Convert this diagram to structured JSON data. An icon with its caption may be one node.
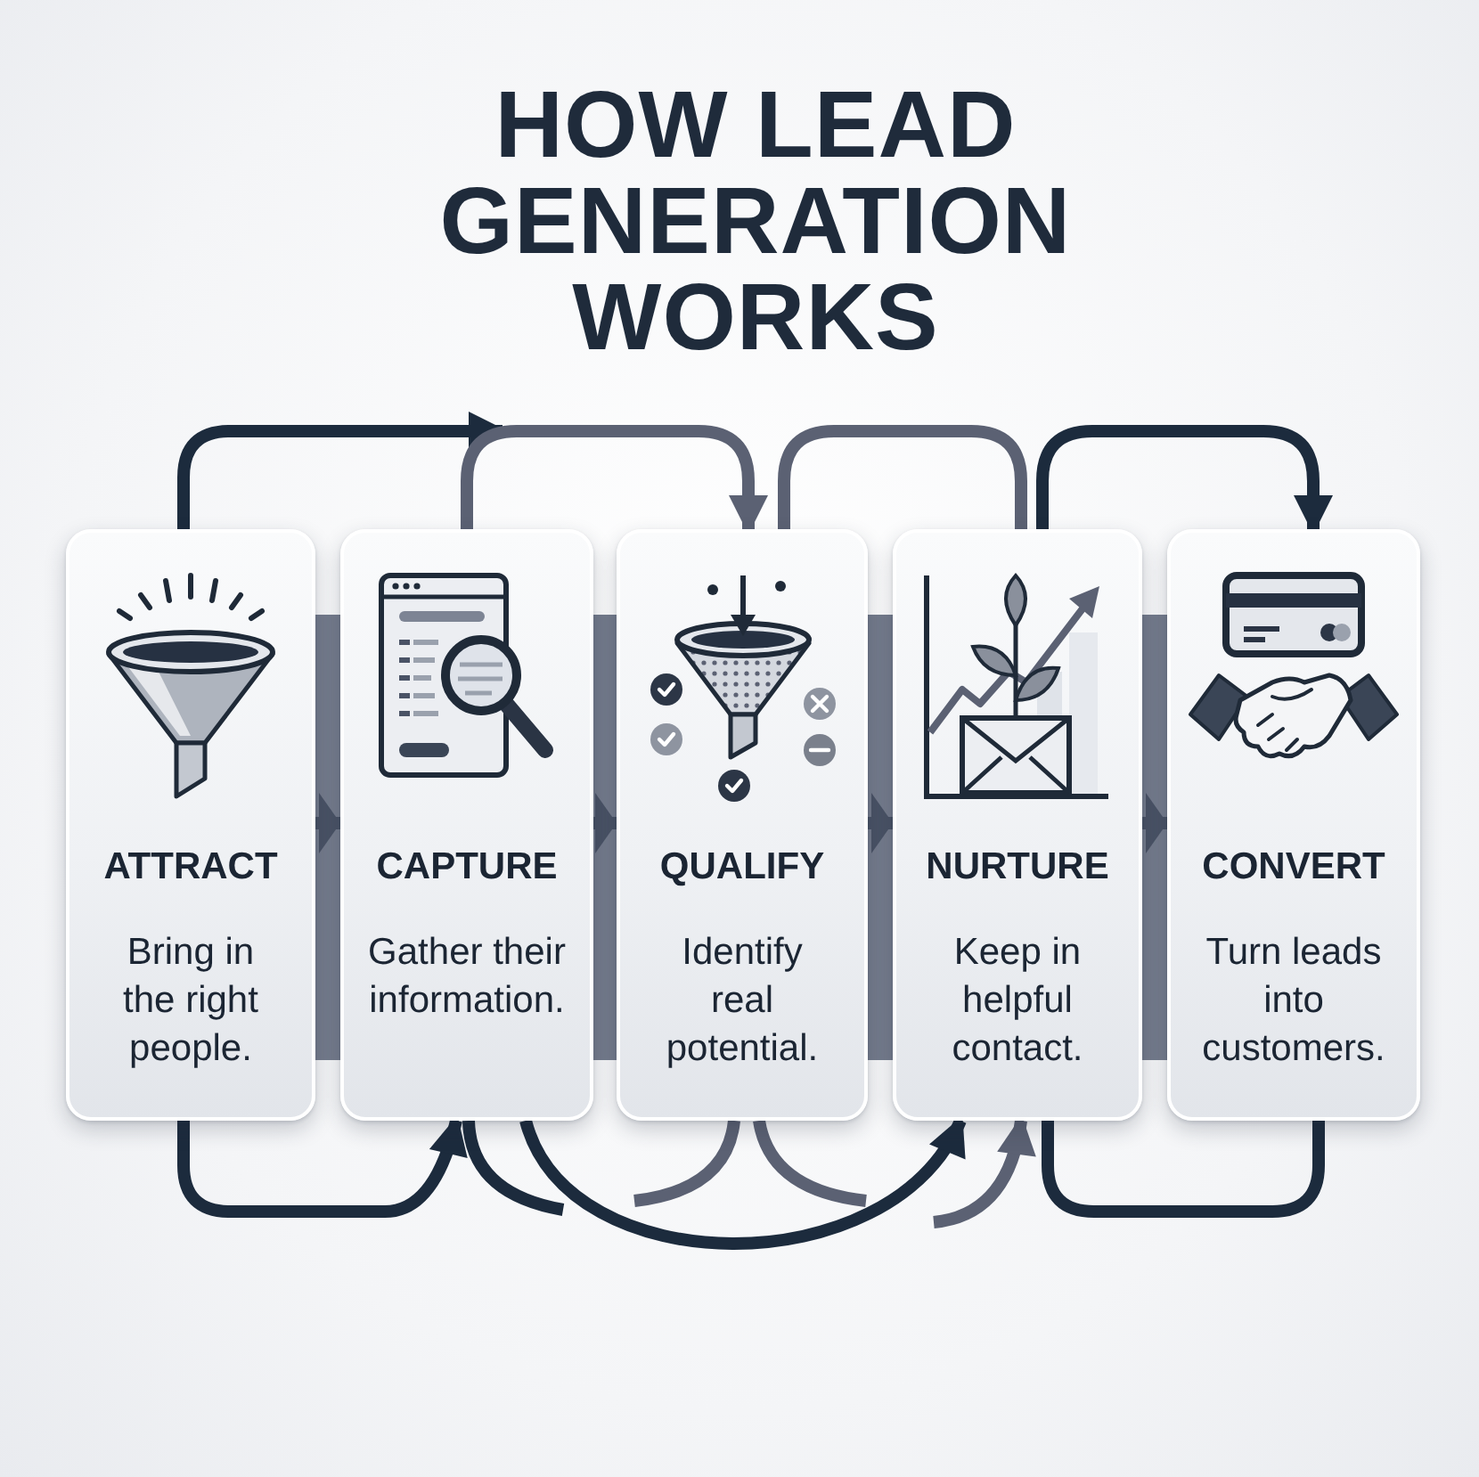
{
  "diagram": {
    "title": "HOW LEAD GENERATION WORKS",
    "nodes": [
      {
        "text": [
          "ATTRACT",
          "Bring in the right people."
        ]
      },
      {
        "text": [
          "CAPTURE",
          "Gather their information."
        ]
      },
      {
        "text": [
          "QUALIFY",
          "Identify real potential."
        ]
      },
      {
        "text": [
          "NURTURE",
          "Keep in helpful contact."
        ]
      },
      {
        "text": [
          "CONVERT",
          "Turn leads into customers."
        ]
      }
    ],
    "edges": [
      {
        "from": 0,
        "to": null,
        "arrow": "to"
      },
      {
        "from": 1,
        "to": 2,
        "arrow": "to",
        "color": "#5b6173"
      },
      {
        "from": 2,
        "to": 3,
        "arrow": "none",
        "color": "#5b6173"
      },
      {
        "from": 3,
        "to": 4,
        "arrow": "to"
      },
      {
        "from": 0,
        "to": 1,
        "arrow": "to"
      },
      {
        "from": 1,
        "to": null,
        "arrow": "none"
      },
      {
        "from": 1,
        "to": 3,
        "arrow": "to"
      },
      {
        "from": 2,
        "to": null,
        "arrow": "none",
        "color": "#5b6173"
      },
      {
        "from": 2,
        "to": null,
        "arrow": "none",
        "color": "#5b6173"
      },
      {
        "from": null,
        "to": 3,
        "arrow": "to",
        "color": "#5b6173"
      },
      {
        "from": 3,
        "to": 4,
        "arrow": "none"
      },
      {
        "from": 0,
        "to": 1,
        "arrow": "to",
        "color": "#4a5366"
      },
      {
        "from": 1,
        "to": 2,
        "arrow": "to",
        "color": "#4a5366"
      },
      {
        "from": 2,
        "to": 3,
        "arrow": "to",
        "color": "#4a5366"
      },
      {
        "from": 3,
        "to": 4,
        "arrow": "to",
        "color": "#4a5366"
      }
    ]
  }
}
